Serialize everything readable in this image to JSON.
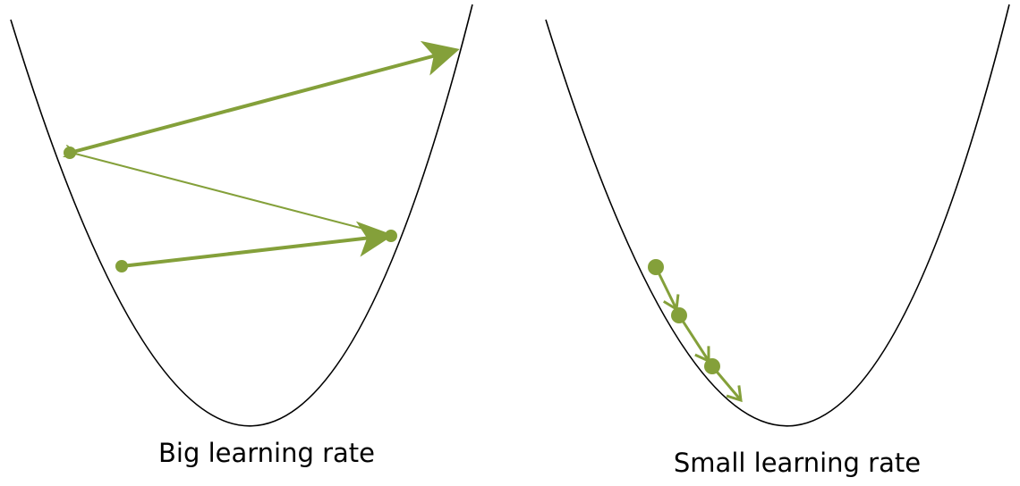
{
  "colors": {
    "curve": "#000000",
    "step": "#84a03a",
    "background": "#ffffff"
  },
  "panels": [
    {
      "id": "big",
      "caption": "Big learning rate"
    },
    {
      "id": "small",
      "caption": "Small learning rate"
    }
  ]
}
